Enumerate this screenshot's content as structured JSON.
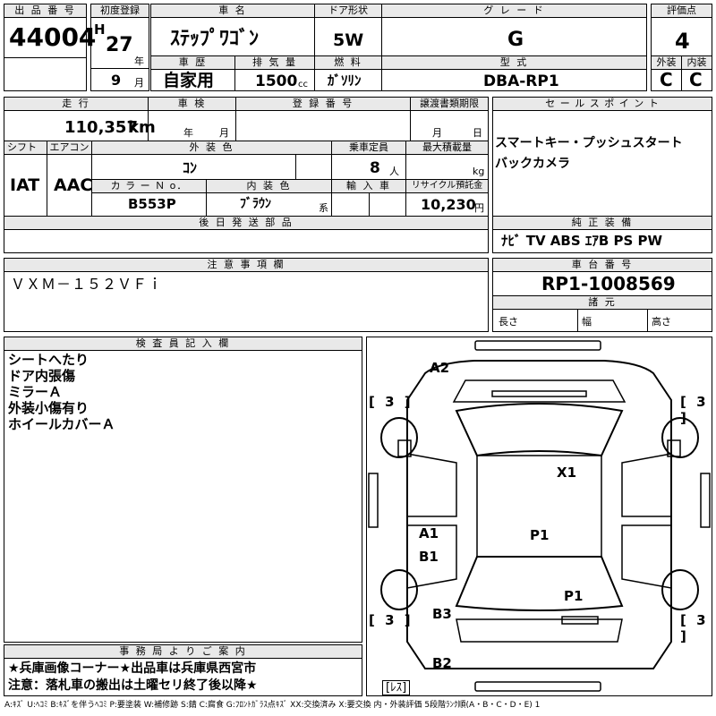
{
  "header": {
    "lot_label": "出 品 番 号",
    "lot_number": "44004",
    "first_reg_label": "初度登録",
    "era": "H",
    "year": "27",
    "year_unit": "年",
    "month": "9",
    "month_unit": "月",
    "car_name_label": "車 名",
    "car_name": "ｽﾃｯﾌﾟﾜｺﾞﾝ",
    "door_label": "ドア形状",
    "door": "5W",
    "grade_label": "グ レ ー ド",
    "grade": "G",
    "score_label": "評価点",
    "score": "4",
    "history_label": "車 歴",
    "history": "自家用",
    "displacement_label": "排 気 量",
    "displacement": "1500",
    "displacement_unit": "cc",
    "fuel_label": "燃 料",
    "fuel": "ｶﾞｿﾘﾝ",
    "model_label": "型 式",
    "model": "DBA-RP1",
    "exterior_label": "外装",
    "exterior": "C",
    "interior_label": "内装",
    "interior": "C"
  },
  "row2": {
    "mileage_label": "走 行",
    "mileage": "110,357",
    "mileage_unit": "km",
    "inspection_label": "車 検",
    "inspection_year_unit": "年",
    "inspection_month_unit": "月",
    "reg_number_label": "登 録 番 号",
    "transfer_label": "譲渡書類期限",
    "transfer_month_unit": "月",
    "transfer_day_unit": "日",
    "sales_point_label": "セ ー ル ス ポ イ ン ト",
    "sales_points": [
      "スマートキー・プッシュスタート",
      "バックカメラ"
    ]
  },
  "row3": {
    "shift_label": "シフト",
    "shift": "IAT",
    "ac_label": "エアコン",
    "ac": "AAC",
    "ext_color_label": "外 装 色",
    "ext_color": "ｺﾝ",
    "capacity_label": "乗車定員",
    "capacity": "8",
    "capacity_unit": "人",
    "max_load_label": "最大積載量",
    "max_load_unit": "kg",
    "color_no_label": "カ ラ ー Ｎ o．",
    "color_no": "B553P",
    "int_color_label": "内 装 色",
    "int_color": "ﾌﾞﾗｳﾝ",
    "int_color_suffix": "系",
    "import_label": "輸 入 車",
    "recycle_label": "リサイクル預託金",
    "recycle": "10,230",
    "recycle_unit": "円",
    "later_parts_label": "後 日 発 送 部 品",
    "equipment_label": "純 正 装 備",
    "equipment": "ﾅﾋﾞ TV ABS ｴｱB PS PW"
  },
  "notes": {
    "caution_label": "注 意 事 項 欄",
    "caution": "ＶＸＭ－１５２ＶＦｉ",
    "chassis_label": "車 台 番 号",
    "chassis": "RP1-1008569",
    "specs_label": "諸 元",
    "length_label": "長さ",
    "width_label": "幅",
    "height_label": "高さ"
  },
  "inspector": {
    "label": "検 査 員 記 入 欄",
    "lines": [
      "シートへたり",
      "ドア内張傷",
      "ミラーＡ",
      "外装小傷有り",
      "ホイールカバーＡ"
    ]
  },
  "office": {
    "label": "事 務 局 よ り ご 案 内",
    "lines": [
      "★兵庫画像コーナー★出品車は兵庫県西宮市",
      "注意：落札車の搬出は土曜セリ終了後以降★"
    ]
  },
  "diagram": {
    "marks": {
      "a2": "A2",
      "x1": "X1",
      "a1": "A1",
      "b1": "B1",
      "p1_roof": "P1",
      "p1_rear": "P1",
      "b3": "B3",
      "b2": "B2"
    },
    "tire_tl": "[ 3 ]",
    "tire_tr": "[ 3 ]",
    "tire_bl": "[ 3 ]",
    "tire_br": "[ 3 ]",
    "spare": "[ﾚｽ]"
  },
  "legend": "A:ｷｽﾞ U:ﾍｺﾐ B:ｷｽﾞを伴うﾍｺﾐ P:要塗装 W:補修跡 S:錆 C:腐食 G:ﾌﾛﾝﾄｶﾞﾗｽ点ｷｽﾞ XX:交換済み X:要交換 内・外装評価 5段階ﾗﾝｸ順(A・B・C・D・E) 1"
}
